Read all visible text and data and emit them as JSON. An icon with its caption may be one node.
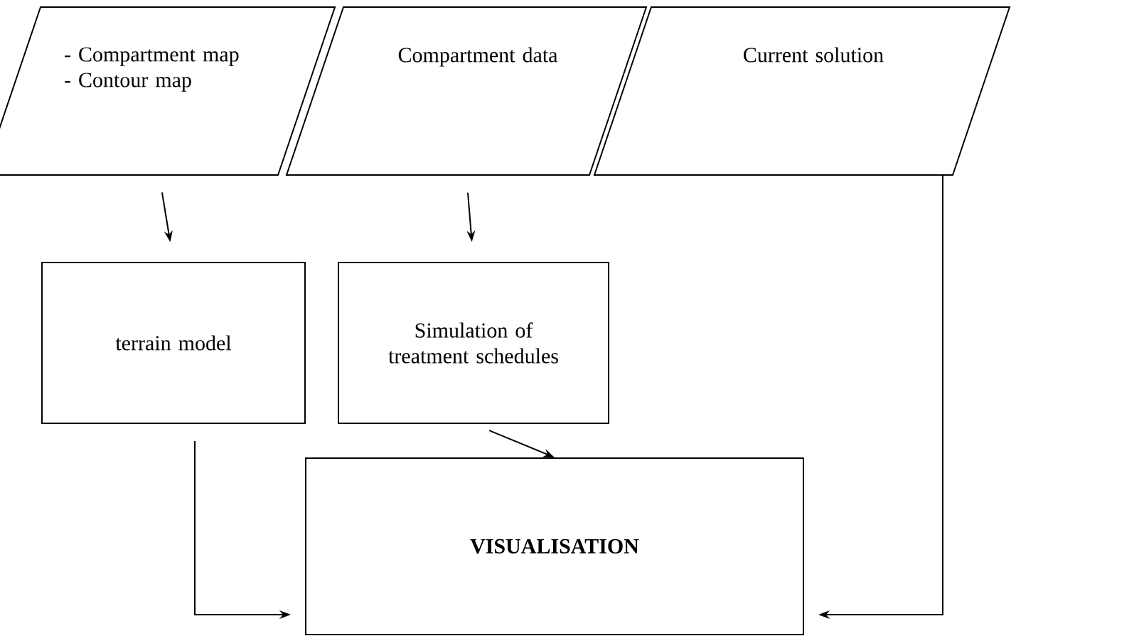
{
  "diagram": {
    "nodes": [
      {
        "text": [
          "- Compartment map",
          "- Contour map"
        ]
      },
      {
        "text": [
          "Compartment data"
        ]
      },
      {
        "text": [
          "Current solution"
        ]
      },
      {
        "text": [
          "terrain model"
        ]
      },
      {
        "text": [
          "Simulation of treatment schedules"
        ]
      },
      {
        "text": [
          "VISUALISATION"
        ]
      }
    ],
    "edges": [
      {
        "from": 0,
        "to": 3,
        "arrow": "to"
      },
      {
        "from": 1,
        "to": 4,
        "arrow": "to"
      },
      {
        "from": 4,
        "to": 5,
        "arrow": "to"
      },
      {
        "from": 3,
        "to": 5,
        "arrow": "to"
      },
      {
        "from": 2,
        "to": 5,
        "arrow": "to"
      }
    ]
  }
}
